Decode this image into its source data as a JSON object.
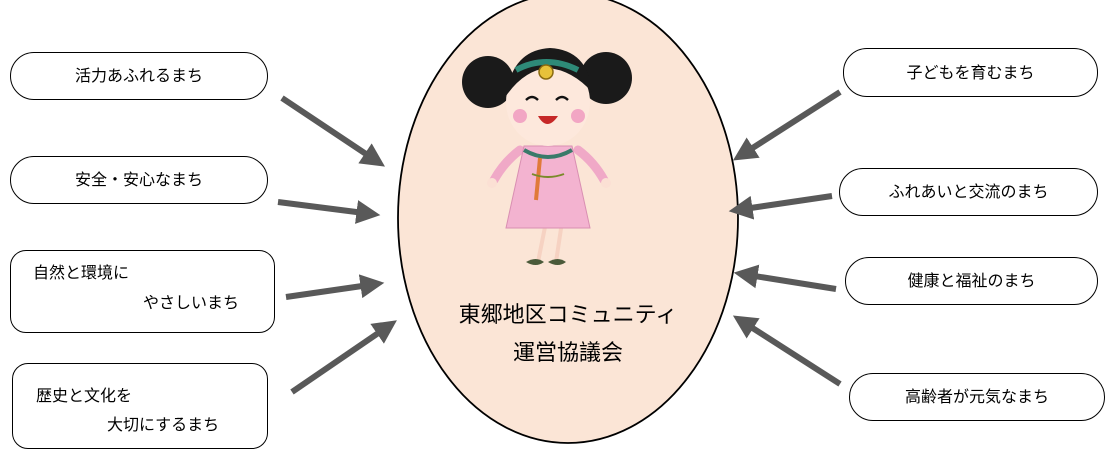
{
  "center": {
    "line1": "東郷地区コミュニティ",
    "line2": "運営協議会",
    "fill_color": "#fbe5d6"
  },
  "left_items": [
    {
      "text": "活力あふれるまち"
    },
    {
      "text": "安全・安心なまち"
    },
    {
      "text_line1": "自然と環境に",
      "text_line2": "やさしいまち"
    },
    {
      "text_line1": "歴史と文化を",
      "text_line2": "大切にするまち"
    }
  ],
  "right_items": [
    {
      "text": "子どもを育むまち"
    },
    {
      "text": "ふれあいと交流のまち"
    },
    {
      "text": "健康と福祉のまち"
    },
    {
      "text": "高齢者が元気なまち"
    }
  ],
  "arrow_color": "#595959"
}
